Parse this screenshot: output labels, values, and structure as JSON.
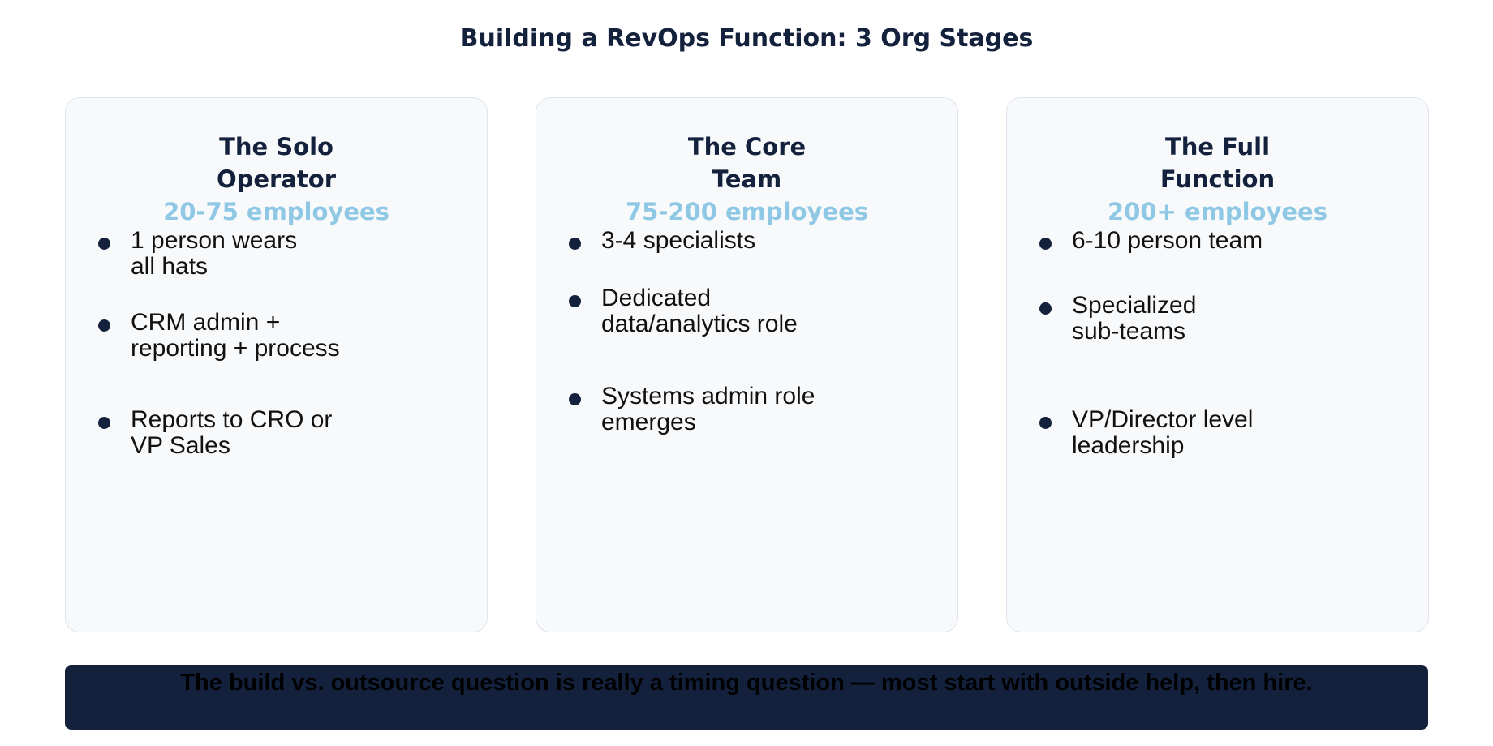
{
  "title": "Building a RevOps Function: 3 Org Stages",
  "colors": {
    "title": "#14213d",
    "card_background": "#f8f9fb",
    "card_border": "#dfe4ee",
    "subtitle_accent": "#8ec8e4",
    "bullet_dot": "#14213d",
    "footer_background": "#14213d"
  },
  "stages": [
    {
      "title_lines": [
        "The Solo",
        "Operator"
      ],
      "employees": "20-75 employees",
      "bullets": [
        [
          "1 person wears",
          "all hats"
        ],
        [
          "CRM admin +",
          "reporting + process"
        ],
        [
          "Reports to CRO or",
          "VP Sales"
        ]
      ]
    },
    {
      "title_lines": [
        "The Core",
        "Team"
      ],
      "employees": "75-200 employees",
      "bullets": [
        [
          "3-4 specialists"
        ],
        [
          "Dedicated",
          "data/analytics role"
        ],
        [
          "Systems admin role",
          "emerges"
        ]
      ]
    },
    {
      "title_lines": [
        "The Full",
        "Function"
      ],
      "employees": "200+ employees",
      "bullets": [
        [
          "6-10 person team"
        ],
        [
          "Specialized",
          "sub-teams"
        ],
        [
          "VP/Director level",
          "leadership"
        ]
      ]
    }
  ],
  "footer": "The build vs. outsource question is really a timing question — most start with outside help, then hire."
}
